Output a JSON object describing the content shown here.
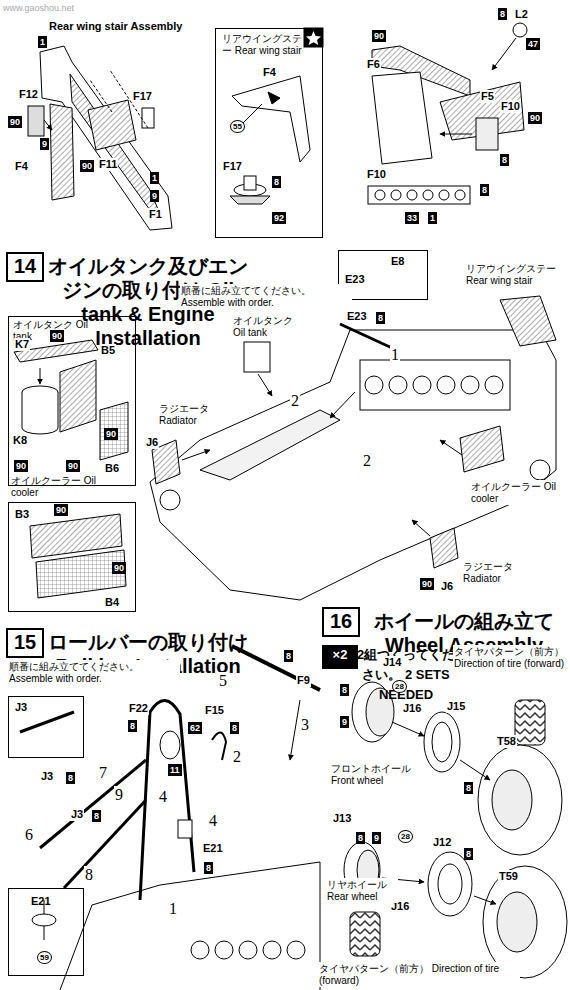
{
  "diagram": {
    "nodes": [
      {
        "text": [
          "リアウイングステー Rear wing stair"
        ]
      },
      {
        "text": [
          "14",
          "オイルタンク及びエンジンの取り付け Oil tank & Engine Installation"
        ]
      },
      {
        "text": [
          "オイルタンク Oil tank"
        ]
      },
      {
        "text": [
          "オイルクーラー Oil cooler"
        ]
      },
      {
        "text": [
          "E8",
          "E23"
        ]
      },
      {
        "text": [
          "15",
          "ロールバーの取り付け Roll bar Installation"
        ]
      },
      {
        "text": [
          "J3"
        ]
      },
      {
        "text": [
          "E21",
          "59"
        ]
      },
      {
        "text": [
          "16",
          "ホイールの組み立て Wheel Assembly"
        ]
      },
      {
        "text": [
          "×2",
          "2組つくってください。 2 SETS NEEDED"
        ]
      }
    ],
    "labels": [
      "www.gaoshou.net",
      "Rear wing stair Assembly",
      "1",
      "F12",
      "90",
      "9",
      "F4",
      "F17",
      "90",
      "F11",
      "1",
      "9",
      "F1",
      "F4",
      "55",
      "F17",
      "8",
      "92",
      "8",
      "L2",
      "47",
      "90",
      "F6",
      "F5",
      "90",
      "F10",
      "8",
      "F10",
      "8",
      "33",
      "1",
      "順番に組み立ててください。 Assemble with order.",
      "K7",
      "90",
      "B5",
      "90",
      "K8",
      "90",
      "90",
      "B6",
      "B3",
      "90",
      "90",
      "B4",
      "E23",
      "8",
      "オイルタンク Oil tank",
      "リアウイングステー Rear wing stair",
      "1",
      "2",
      "2",
      "ラジエータ Radiator",
      "J6",
      "オイルクーラー Oil cooler",
      "90",
      "ラジエータ Radiator",
      "J6",
      "順番に組み立ててください。 Assemble with order.",
      "8",
      "F9",
      "5",
      "3",
      "F22",
      "8",
      "62",
      "11",
      "F15",
      "8",
      "2",
      "4",
      "4",
      "E21",
      "8",
      "1",
      "J3",
      "8",
      "7",
      "6",
      "J3",
      "8",
      "9",
      "8",
      "タイヤパターン（前方） Direction of tire (forward)",
      "J14",
      "8",
      "28",
      "9",
      "J16",
      "J15",
      "フロントホイール Front wheel",
      "8",
      "T58",
      "J13",
      "8",
      "9",
      "28",
      "J16",
      "J12",
      "8",
      "リヤホイール Rear wheel",
      "T59",
      "タイヤパターン（前方） Direction of tire (forward)"
    ]
  }
}
